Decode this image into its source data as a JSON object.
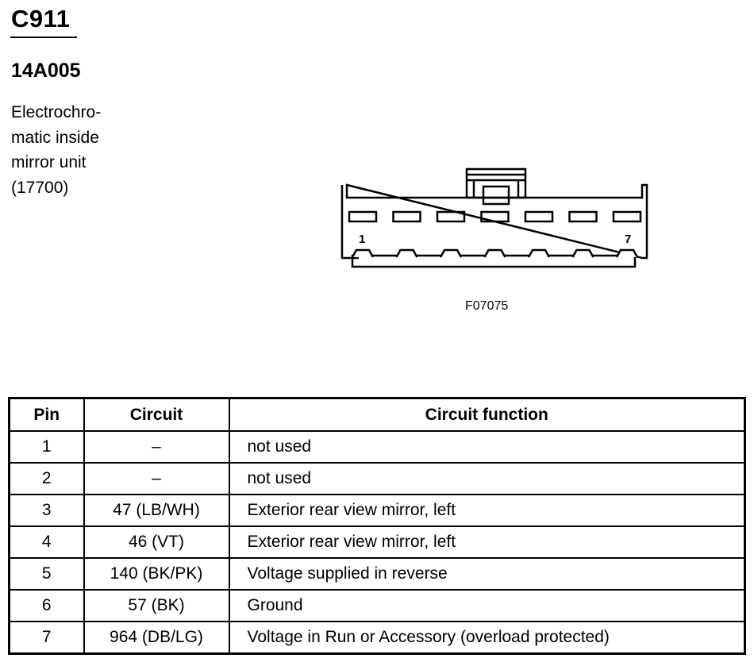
{
  "header": {
    "connector_id": "C911",
    "part_number": "14A005",
    "description_lines": [
      "Electrochro-",
      "matic inside",
      "mirror unit",
      "(17700)"
    ]
  },
  "diagram": {
    "pin_first_label": "1",
    "pin_last_label": "7",
    "pin_count": 7,
    "figure_code": "F07075"
  },
  "table": {
    "headers": [
      "Pin",
      "Circuit",
      "Circuit function"
    ],
    "rows": [
      {
        "pin": "1",
        "circuit": "–",
        "function": "not used"
      },
      {
        "pin": "2",
        "circuit": "–",
        "function": "not used"
      },
      {
        "pin": "3",
        "circuit": "47 (LB/WH)",
        "function": "Exterior rear view mirror, left"
      },
      {
        "pin": "4",
        "circuit": "46 (VT)",
        "function": "Exterior rear view mirror, left"
      },
      {
        "pin": "5",
        "circuit": "140 (BK/PK)",
        "function": "Voltage supplied in reverse"
      },
      {
        "pin": "6",
        "circuit": "57 (BK)",
        "function": "Ground"
      },
      {
        "pin": "7",
        "circuit": "964 (DB/LG)",
        "function": "Voltage in Run or Accessory (overload protected)"
      }
    ]
  }
}
